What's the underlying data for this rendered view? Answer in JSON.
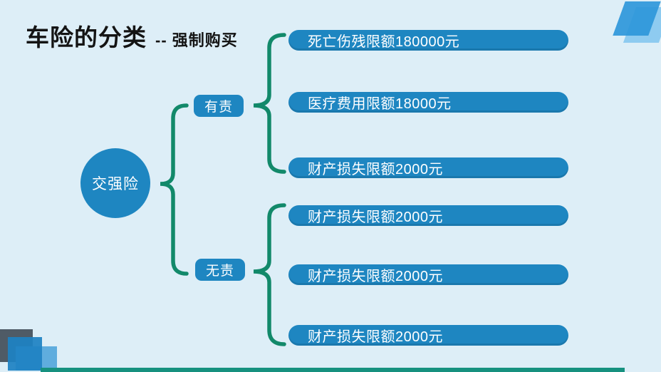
{
  "header": {
    "title": "车险的分类",
    "subtitle": "-- 强制购买"
  },
  "tree": {
    "root": "交强险",
    "branches": [
      {
        "label": "有责",
        "items": [
          "死亡伤残限额180000元",
          "医疗费用限额18000元",
          "财产损失限额2000元"
        ]
      },
      {
        "label": "无责",
        "items": [
          "财产损失限额2000元",
          "财产损失限额2000元",
          "财产损失限额2000元"
        ]
      }
    ]
  },
  "colors": {
    "background": "#ddeef7",
    "accent": "#1e86c1",
    "brace": "#12896a",
    "footer-bar": "#16917f",
    "title-text": "#141414",
    "deco-dark-blue": "#2e97da",
    "deco-light-blue": "#8ecbf0",
    "deco-gray": "#4f5b66",
    "deco-blue-square": "#1e82c3",
    "deco-light-square": "#5fadde"
  }
}
